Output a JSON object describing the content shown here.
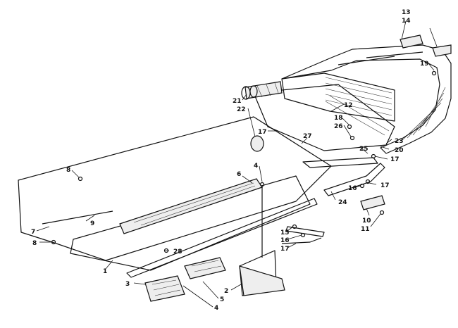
{
  "diagram": {
    "callouts": [
      "1",
      "2",
      "3",
      "4",
      "5",
      "6",
      "7",
      "8",
      "9",
      "10",
      "11",
      "12",
      "13",
      "14",
      "15",
      "16",
      "17",
      "18",
      "19",
      "20",
      "21",
      "22",
      "23",
      "24",
      "25",
      "26",
      "27",
      "28"
    ],
    "labels": [
      {
        "id": "13",
        "text": "13"
      },
      {
        "id": "14",
        "text": "14"
      },
      {
        "id": "19",
        "text": "19"
      },
      {
        "id": "21",
        "text": "21"
      },
      {
        "id": "22",
        "text": "22"
      },
      {
        "id": "12",
        "text": "12"
      },
      {
        "id": "18",
        "text": "18"
      },
      {
        "id": "26",
        "text": "26"
      },
      {
        "id": "17a",
        "text": "17"
      },
      {
        "id": "27",
        "text": "27"
      },
      {
        "id": "23",
        "text": "23"
      },
      {
        "id": "25",
        "text": "25"
      },
      {
        "id": "20",
        "text": "20"
      },
      {
        "id": "17b",
        "text": "17"
      },
      {
        "id": "8a",
        "text": "8"
      },
      {
        "id": "4a",
        "text": "4"
      },
      {
        "id": "6",
        "text": "6"
      },
      {
        "id": "16a",
        "text": "16"
      },
      {
        "id": "17c",
        "text": "17"
      },
      {
        "id": "24",
        "text": "24"
      },
      {
        "id": "10",
        "text": "10"
      },
      {
        "id": "11",
        "text": "11"
      },
      {
        "id": "7",
        "text": "7"
      },
      {
        "id": "9",
        "text": "9"
      },
      {
        "id": "8b",
        "text": "8"
      },
      {
        "id": "15",
        "text": "15"
      },
      {
        "id": "16b",
        "text": "16"
      },
      {
        "id": "17d",
        "text": "17"
      },
      {
        "id": "28",
        "text": "28"
      },
      {
        "id": "1",
        "text": "1"
      },
      {
        "id": "3",
        "text": "3"
      },
      {
        "id": "2",
        "text": "2"
      },
      {
        "id": "5",
        "text": "5"
      },
      {
        "id": "4b",
        "text": "4"
      }
    ]
  }
}
